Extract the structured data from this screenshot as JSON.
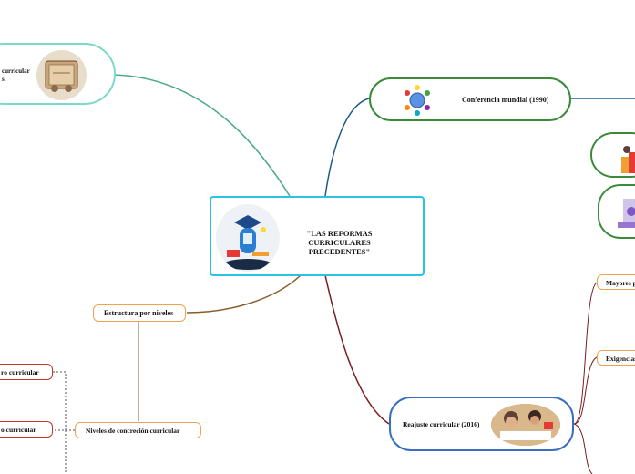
{
  "central": {
    "title": "\"LAS REFORMAS CURRICULARES PRECEDENTES\""
  },
  "nodes": {
    "conferencia": "Conferencia mundial (1990)",
    "reajuste": "Reajuste curricular (2016)",
    "estructura": "Estructura por niveles",
    "niveles": "Niveles de concreción curricular",
    "left_top_line1": "curricular",
    "left_top_line2": "s.",
    "mayores": "Mayores p",
    "exigencias": "Exigencias",
    "left_item1": "ro curricular",
    "left_item2": "o curricular"
  },
  "colors": {
    "central_border": "#29c4e0",
    "green": "#3a8a3a",
    "blue": "#3a6fc0",
    "orange": "#f0a050",
    "red": "#c0392b",
    "teal": "#4aaa88"
  }
}
